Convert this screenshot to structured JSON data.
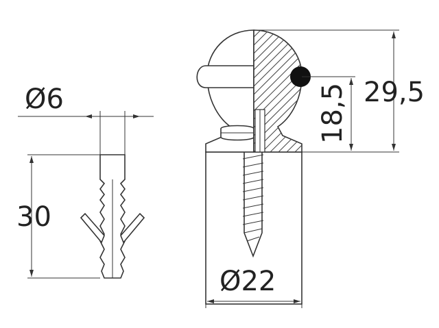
{
  "dimensions": {
    "anchor_diameter": "Ø6",
    "anchor_length": "30",
    "base_diameter": "Ø22",
    "overall_height": "29,5",
    "groove_height": "18,5"
  },
  "colors": {
    "line": "#333333",
    "ball": "#111111",
    "background": "#ffffff"
  }
}
